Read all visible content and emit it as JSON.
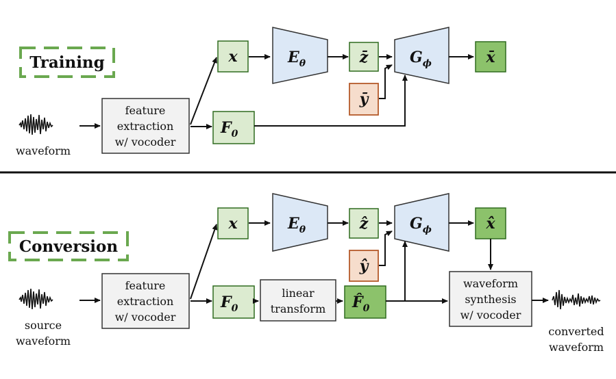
{
  "colors": {
    "green_box": "#dcebd0",
    "green_dark": "#8cc26b",
    "orange_box": "#f6ddcc",
    "orange_border": "#b55a2a",
    "blue_trap": "#dce8f6",
    "gray_box": "#f2f2f2",
    "dash_green": "#6aa84f"
  },
  "training": {
    "title": "Training",
    "waveform_label": "waveform",
    "feature_box": [
      "feature",
      "extraction",
      "w/ vocoder"
    ],
    "x": "x",
    "encoder": "E",
    "encoder_sub": "θ",
    "z": "z̄",
    "y": "ȳ",
    "generator": "G",
    "generator_sub": "ϕ",
    "x_out": "x̄",
    "f0": "F",
    "f0_sub": "0"
  },
  "conversion": {
    "title": "Conversion",
    "source_label": [
      "source",
      "waveform"
    ],
    "feature_box": [
      "feature",
      "extraction",
      "w/ vocoder"
    ],
    "x": "x",
    "encoder": "E",
    "encoder_sub": "θ",
    "z": "ẑ",
    "y": "ŷ",
    "generator": "G",
    "generator_sub": "ϕ",
    "x_out": "x̂",
    "f0": "F",
    "f0_sub": "0",
    "linear_box": [
      "linear",
      "transform"
    ],
    "f0_hat": "F̂",
    "f0_hat_sub": "0",
    "synth_box": [
      "waveform",
      "synthesis",
      "w/ vocoder"
    ],
    "converted_label": [
      "converted",
      "waveform"
    ]
  }
}
